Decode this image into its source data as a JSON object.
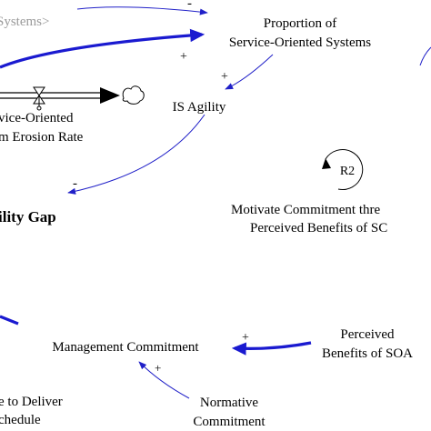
{
  "nodes": {
    "systems_shadow": "Systems>",
    "proportion_line1": "Proportion of",
    "proportion_line2": "Service-Oriented Systems",
    "is_agility": "IS Agility",
    "erosion_line1": "vice-Oriented",
    "erosion_line2": "m Erosion Rate",
    "agility_gap": "ility Gap",
    "loop_id": "R2",
    "loop_line1": "Motivate Commitment thre",
    "loop_line2": "Perceived Benefits of SC",
    "management_commitment": "Management Commitment",
    "perceived_line1": "Perceived",
    "perceived_line2": "Benefits of SOA",
    "deliver_line1": "e to Deliver",
    "deliver_line2": "chedule",
    "normative_line1": "Normative",
    "normative_line2": "Commitment"
  },
  "signs": {
    "top_minus": "-",
    "top_plus": "+",
    "proportion_to_agility": "+",
    "agility_to_gap": "-",
    "perceived_to_management": "+",
    "normative_to_management": "+"
  },
  "colors": {
    "link": "#2020c8",
    "link_strong": "#1a1ad0",
    "text": "#000000",
    "shadow_text": "#9a9a9a"
  }
}
